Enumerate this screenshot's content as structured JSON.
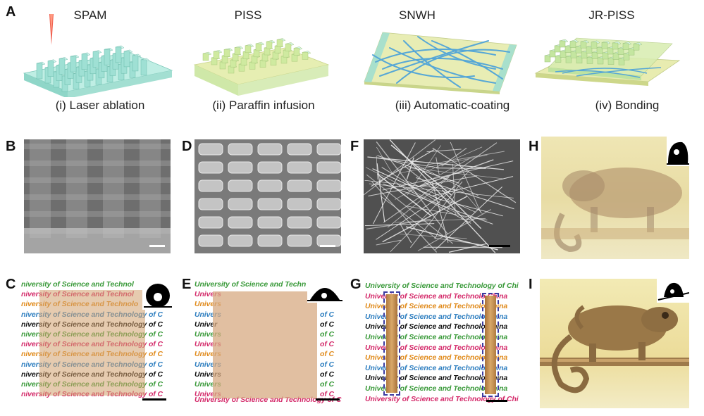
{
  "panel_labels": {
    "A": "A",
    "B": "B",
    "C": "C",
    "D": "D",
    "E": "E",
    "F": "F",
    "G": "G",
    "H": "H",
    "I": "I"
  },
  "steps": [
    {
      "title": "SPAM",
      "caption": "(i) Laser ablation"
    },
    {
      "title": "PISS",
      "caption": "(ii) Paraffin infusion"
    },
    {
      "title": "SNWH",
      "caption": "(iii) Automatic-coating"
    },
    {
      "title": "JR-PISS",
      "caption": "(iv) Bonding"
    }
  ],
  "panel_C": {
    "lines": [
      "niversity of Science and Technol",
      "niversity of Science and Technol",
      "niversity of Science and Technolo",
      "niversity of Science and Technology of C",
      "niversity of Science and Technology of C",
      "niversity of Science and Technology of C",
      "niversity of Science and Technology of C",
      "niversity of Science and Technology of C",
      "niversity of Science and Technology of C",
      "niversity of Science and Technology of C",
      "niversity of Science and Technology of C",
      "niversity of Science and Technology of C"
    ]
  },
  "panel_E": {
    "lines": [
      "University of Science and Techn",
      "Univers",
      "Univers",
      "Univers",
      "Univer",
      "Univers",
      "Univers",
      "Univers",
      "Univers",
      "Univers",
      "Univers",
      "Univers"
    ],
    "right_lines": [
      "",
      "",
      "",
      "of C",
      "of C",
      "of C",
      "of C",
      "of C",
      "of C",
      "of C",
      "of C",
      "of C"
    ],
    "bottom_line": "University of Science and Technology of C"
  },
  "panel_G": {
    "lines": [
      "University of Science and Technology of China",
      "Univer  ity of Science and Technolo    China",
      "Univer  ity of Science and Technolo    China",
      "Univer  ity of Science and Technolo    China",
      "Univer  ity of Science and Technolo    China",
      "Univer  ity of Science and Technolo    China",
      "Univer  ity of Science and Technolo    China",
      "Univer  ity of Science and Technolo    China",
      "Univer  ity of Science and Technolo    China",
      "Univer  ity of Science and Technolo    China",
      "Univer  ity of Science and Technolo    China",
      "University of Science and Technology of China"
    ]
  },
  "line_colors": [
    "#3a9a3a",
    "#d42a6a",
    "#e08a1a",
    "#2f7fc0",
    "#111111",
    "#3a9a3a",
    "#d42a6a",
    "#e08a1a",
    "#2f7fc0",
    "#111111",
    "#3a9a3a",
    "#d42a6a"
  ],
  "colors": {
    "substrate_cyan": "#aee6dc",
    "paraffin_yellow": "#e8ecb0",
    "sem_gray": "#8a8a8a",
    "nanowire_blue": "#4aa3d8"
  }
}
